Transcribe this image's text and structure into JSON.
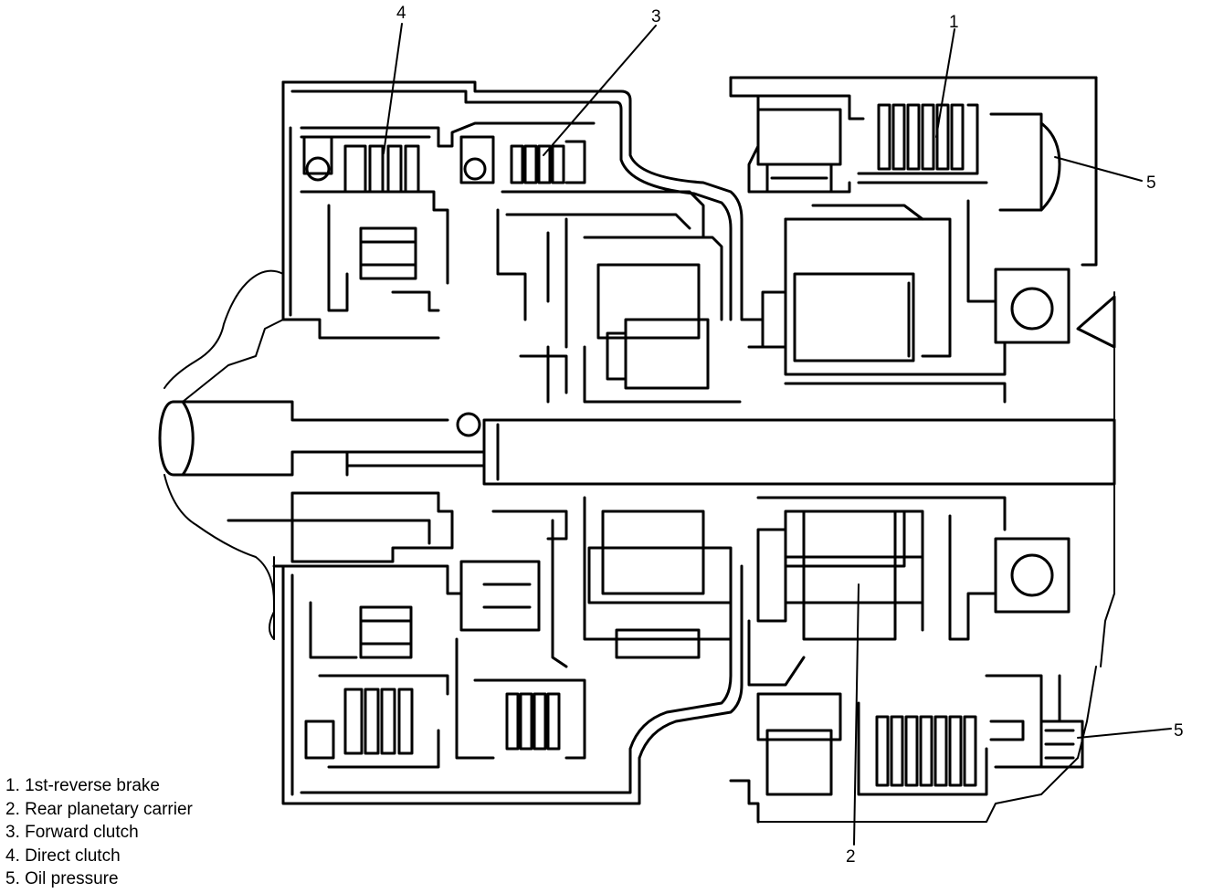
{
  "callouts": {
    "c1": "1",
    "c2": "2",
    "c3": "3",
    "c4": "4",
    "c5a": "5",
    "c5b": "5"
  },
  "legend": [
    "1.  1st-reverse brake",
    "2.  Rear planetary carrier",
    "3.  Forward clutch",
    "4.  Direct clutch",
    "5.  Oil pressure"
  ]
}
